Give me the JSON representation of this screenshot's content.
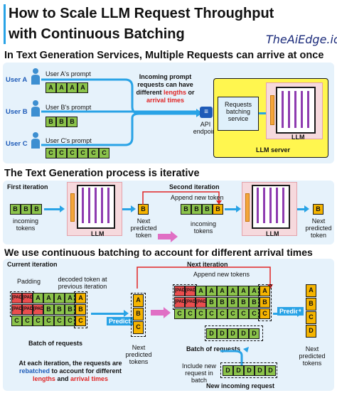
{
  "header": {
    "title_line1": "How to Scale LLM Request Throughput",
    "title_line2": "with Continuous Batching",
    "brand": "TheAiEdge.io"
  },
  "section1": {
    "title": "In Text Generation Services, Multiple Requests can arrive at once",
    "users": [
      {
        "name": "User A",
        "prompt_label": "User A's prompt",
        "tokens": [
          "A",
          "A",
          "A",
          "A"
        ]
      },
      {
        "name": "User B",
        "prompt_label": "User B's prompt",
        "tokens": [
          "B",
          "B",
          "B"
        ]
      },
      {
        "name": "User C",
        "prompt_label": "User C's prompt",
        "tokens": [
          "C",
          "C",
          "C",
          "C",
          "C",
          "C"
        ]
      }
    ],
    "note_plain": "Incoming prompt requests can have different",
    "note_lengths": "lengths",
    "note_or": "or",
    "note_arrival": "arrival times",
    "api_label": "API endpoint",
    "service_label": "Requests batching service",
    "llm_label": "LLM",
    "server_label": "LLM server"
  },
  "section2": {
    "title": "The Text Generation process is iterative",
    "first_iteration": "First iteration",
    "second_iteration": "Second iteration",
    "append_label": "Append new token",
    "tokens1": [
      "B",
      "B",
      "B"
    ],
    "tokens2": [
      "B",
      "B",
      "B",
      "B"
    ],
    "incoming_tokens": "incoming tokens",
    "next_predicted": "Next predicted token",
    "llm_label": "LLM",
    "pred1": "B",
    "pred2": "B"
  },
  "section3": {
    "title": "We use continuous batching to account for different arrival times",
    "current_iteration": "Current iteration",
    "next_iteration": "Next iteration",
    "padding_label": "Padding",
    "decoded_label": "decoded token at previous iteration",
    "append_label": "Append new tokens",
    "predict_label": "Predict",
    "batch_label": "Batch of requests",
    "next_predicted": "Next predicted tokens",
    "include_label": "Include new request in batch",
    "new_request_label": "New incoming request",
    "pad": "[PAD]",
    "bottom_note_1": "At each iteration, the requests are",
    "bottom_note_2a": "rebatched",
    "bottom_note_2b": "to account for different",
    "bottom_note_3a": "lengths",
    "bottom_note_3b": "and",
    "bottom_note_3c": "arrival times",
    "cur_row_a": [
      "[PAD]",
      "[PAD]",
      "A",
      "A",
      "A",
      "A"
    ],
    "cur_row_b": [
      "[PAD]",
      "[PAD]",
      "[PAD]",
      "B",
      "B",
      "B"
    ],
    "cur_row_c": [
      "C",
      "C",
      "C",
      "C",
      "C",
      "C"
    ],
    "cur_new": [
      "A",
      "B",
      "C"
    ],
    "preds1": [
      "A",
      "B",
      "C"
    ],
    "next_row_a": [
      "[PAD]",
      "[PAD]",
      "A",
      "A",
      "A",
      "A",
      "A",
      "A"
    ],
    "next_row_b": [
      "[PAD]",
      "[PAD]",
      "[PAD]",
      "B",
      "B",
      "B",
      "B",
      "B"
    ],
    "next_row_c": [
      "C",
      "C",
      "C",
      "C",
      "C",
      "C",
      "C",
      "C"
    ],
    "next_row_d": [
      "D",
      "D",
      "D",
      "D",
      "D"
    ],
    "preds2": [
      "A",
      "B",
      "C",
      "D"
    ],
    "new_request": [
      "D",
      "D",
      "D",
      "D",
      "D"
    ]
  },
  "colors": {
    "token_green": "#8bc34a",
    "pad_red": "#e94e4e",
    "new_token_orange": "#f5b400",
    "arrow_blue": "#29a3e6",
    "panel_blue": "#e6f2fb",
    "server_yellow": "#fff64f",
    "accent_red": "#e02424",
    "accent_blue": "#1e5bb8"
  },
  "icons": [
    "user-icon",
    "api-icon",
    "arrow-icon",
    "pink-arrow-icon"
  ]
}
